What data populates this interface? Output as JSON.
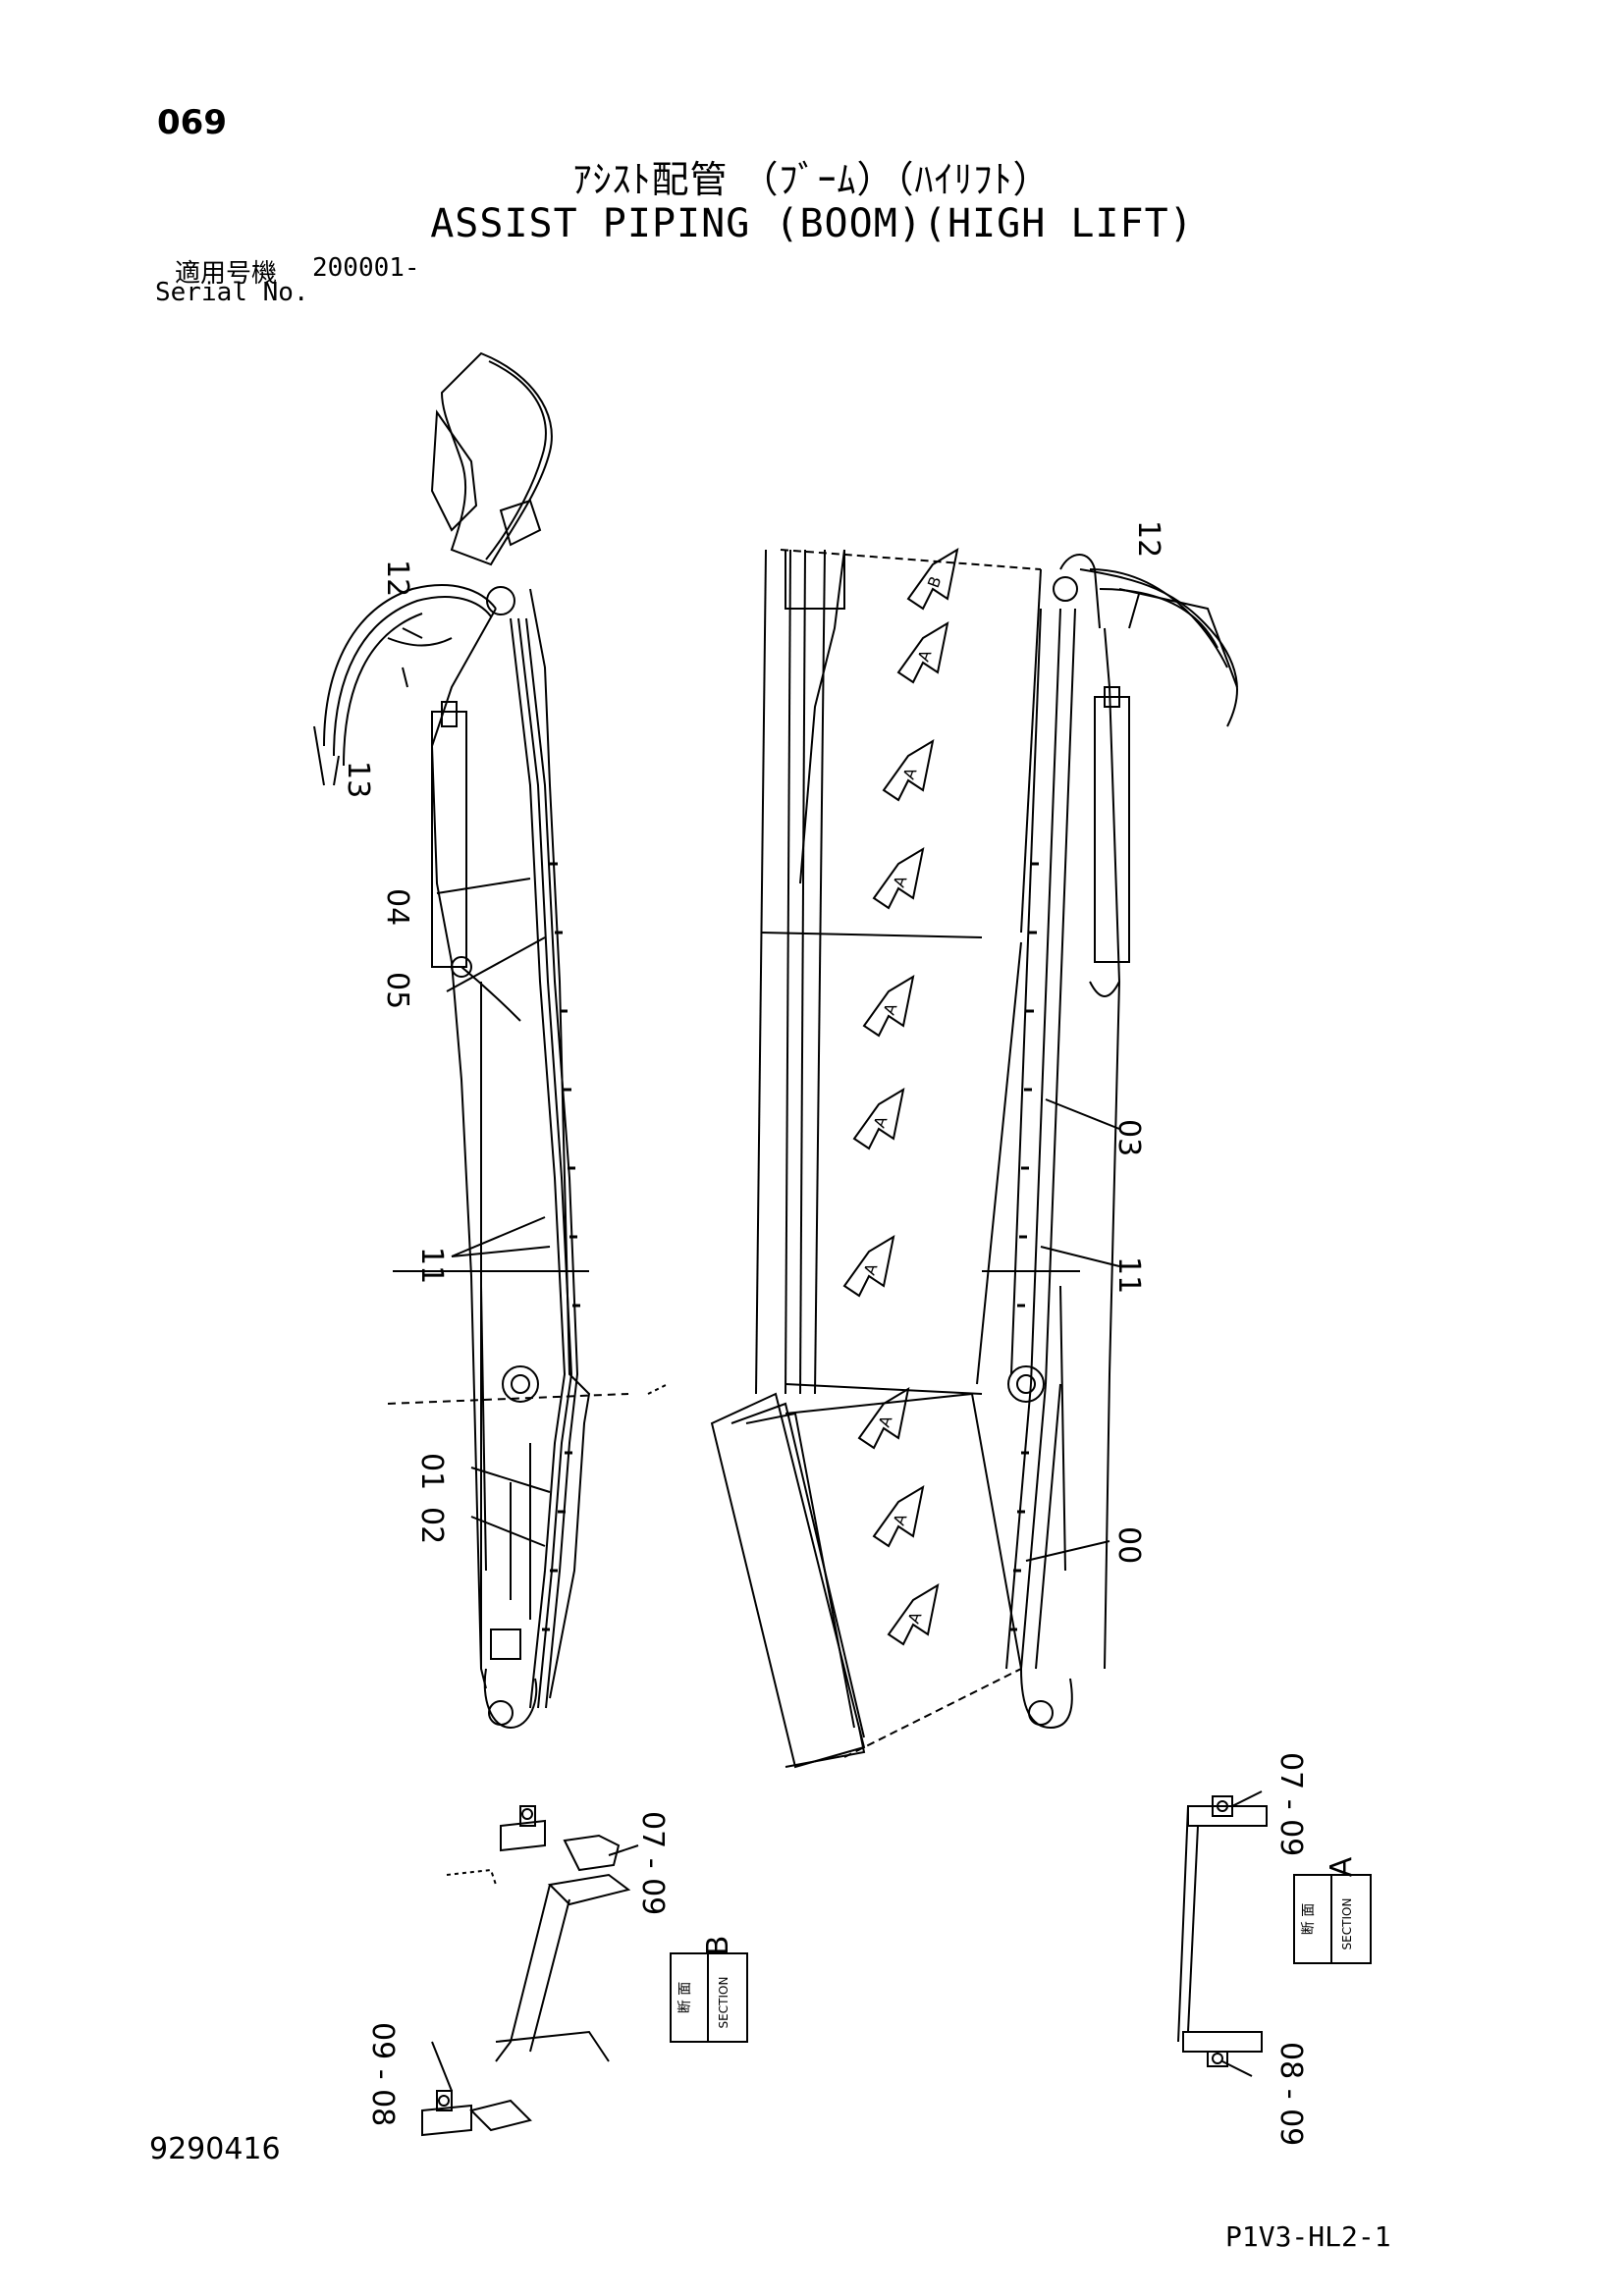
{
  "header": {
    "page_number": "069",
    "title_jp": "ｱｼｽﾄ配管 （ﾌﾞｰﾑ）（ﾊｲﾘﾌﾄ）",
    "title_en": "ASSIST PIPING (BOOM)(HIGH LIFT)",
    "serial_label_jp": "適用号機",
    "serial_value": "200001-",
    "serial_label_en": "Serial No."
  },
  "footer": {
    "drawing_id": "9290416",
    "page_code": "P1V3-HL2-1"
  },
  "callouts": {
    "left_view": [
      "12",
      "13",
      "04",
      "05",
      "11",
      "01",
      "02"
    ],
    "right_view": [
      "12",
      "03",
      "11",
      "00"
    ],
    "section_b": [
      "07 - 09",
      "09 - 08"
    ],
    "section_a": [
      "07 - 09",
      "08 - 09"
    ]
  },
  "arrow_markers": {
    "b_marker": "B",
    "a_marker": "A"
  },
  "section_labels": {
    "b": {
      "jp": "断 面",
      "en": "SECTION",
      "letter": "B"
    },
    "a": {
      "jp": "断 面",
      "en": "SECTION",
      "letter": "A"
    }
  }
}
